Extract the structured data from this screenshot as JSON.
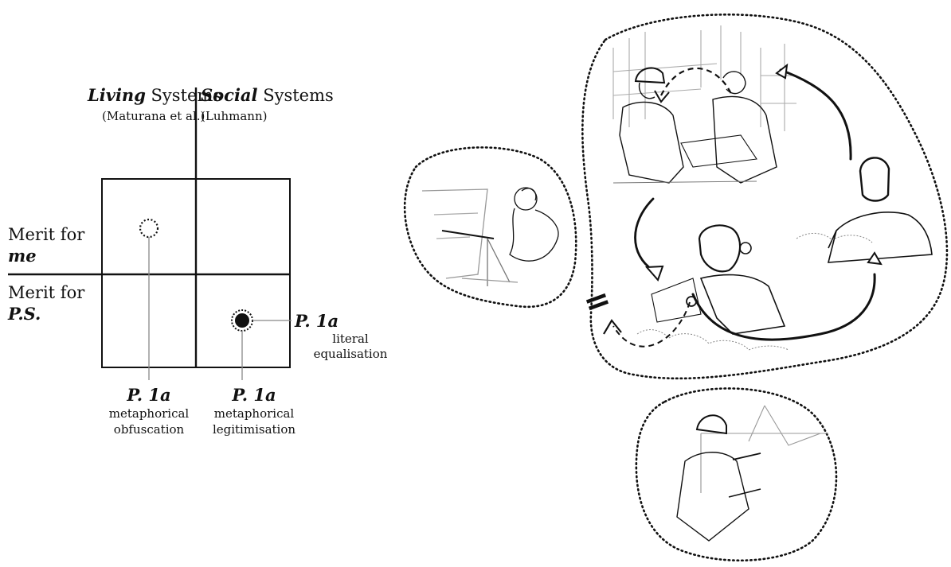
{
  "quadrant": {
    "living_bold": "Living",
    "living_rest": " Systems",
    "living_ref": "(Maturana et al.)",
    "social_bold": "Social",
    "social_rest": " Systems",
    "social_ref": "(Luhmann)",
    "merit_label_1": "Merit for",
    "merit_who_1": "me",
    "merit_label_2": "Merit for",
    "merit_who_2": "P.S."
  },
  "callouts": {
    "literal": {
      "code": "P. 1a",
      "line1": "literal",
      "line2": "equalisation"
    },
    "obfuscation": {
      "code": "P. 1a",
      "line1": "metaphorical",
      "line2": "obfuscation"
    },
    "legitimisation": {
      "code": "P. 1a",
      "line1": "metaphorical",
      "line2": "legitimisation"
    }
  },
  "illustration": {
    "equals_sign": "=",
    "scenes": [
      "painter-at-easel",
      "architects-discussing-plans",
      "engineer-at-bridge"
    ]
  }
}
